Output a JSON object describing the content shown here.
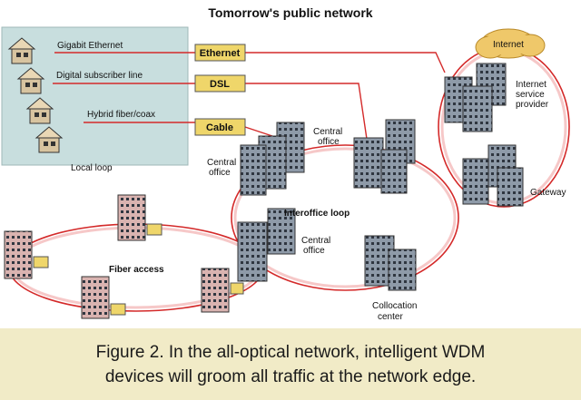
{
  "title": "Tomorrow's public network",
  "local_loop": {
    "label": "Local loop",
    "lines": [
      "Gigabit Ethernet",
      "Digital subscriber line",
      "Hybrid fiber/coax"
    ]
  },
  "access_boxes": [
    "Ethernet",
    "DSL",
    "Cable"
  ],
  "nodes": {
    "internet": "Internet",
    "isp": [
      "Internet",
      "service",
      "provider"
    ],
    "gateway": "Gateway",
    "central_office_a": [
      "Central",
      "office"
    ],
    "central_office_b": [
      "Central",
      "office"
    ],
    "central_office_c": [
      "Central",
      "office"
    ],
    "interoffice_loop": "Interoffice loop",
    "fiber_access": "Fiber access",
    "collocation": [
      "Collocation",
      "center"
    ]
  },
  "caption": {
    "line1": "Figure 2. In the all-optical network, intelligent WDM",
    "line2": "devices will groom all traffic at the network edge."
  },
  "colors": {
    "loop_red": "#d42a2a",
    "loop_pink": "#f6c8c8",
    "local_loop_bg": "#c8dede",
    "box_fill": "#efd66a",
    "caption_bg": "#f1ebc7",
    "building_fill": "#8e9aa8"
  }
}
